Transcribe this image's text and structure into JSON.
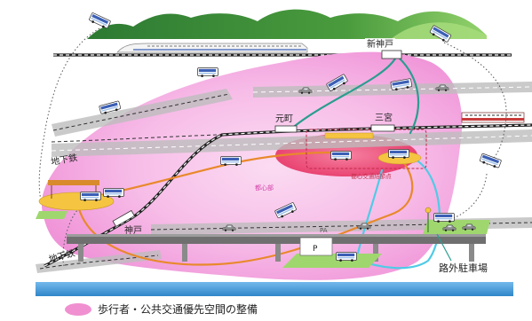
{
  "stations": {
    "shin_kobe": "新神戸",
    "motomachi": "元町",
    "sannomiya": "三宮",
    "kobe": "神戸"
  },
  "labels": {
    "subway_upper": "地下鉄",
    "subway_lower": "地下鉄",
    "off_street_parking": "路外駐車場",
    "parking_area": "PA",
    "parking_mark": "P",
    "city_center": "都心部",
    "transport_hub": "都心交通結節点"
  },
  "legend": {
    "label": "歩行者・公共交通優先空間の整備",
    "swatch_color": "#f090d0"
  },
  "colors": {
    "hub_area": "#e83d6d",
    "route_orange": "#e8892b",
    "route_teal": "#2a9d8f",
    "route_cyan": "#4fcbe6",
    "parking_green": "#9fd76e",
    "platform_yellow": "#f5c542"
  },
  "icons": {
    "bus": "bus-icon",
    "car": "car-icon",
    "train": "train-icon"
  }
}
